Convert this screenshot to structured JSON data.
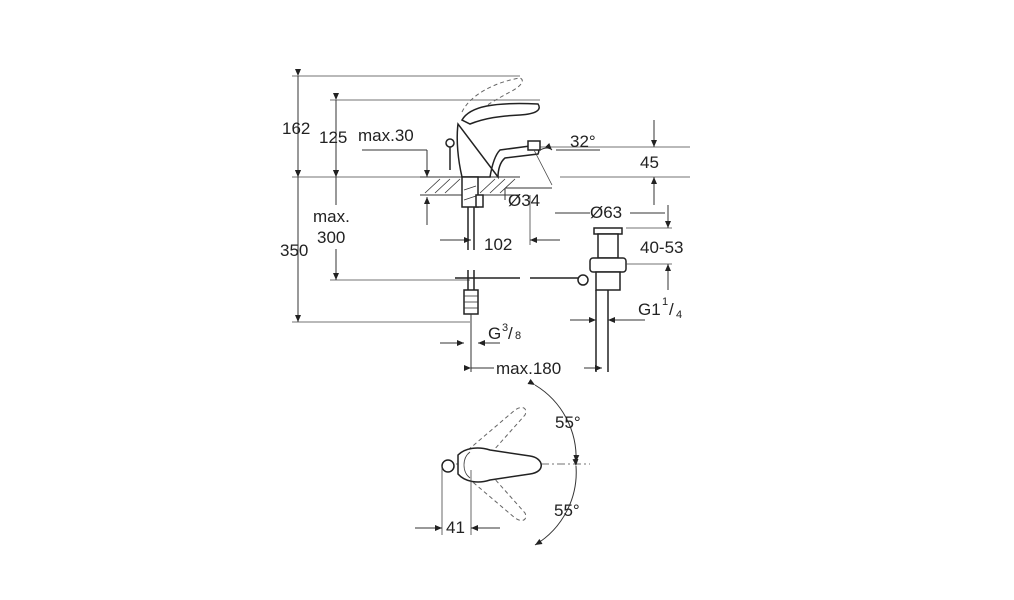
{
  "dimensions": {
    "h162": "162",
    "h125": "125",
    "max30": "max.30",
    "deg32": "32°",
    "d45": "45",
    "dia34": "Ø34",
    "dia63": "Ø63",
    "max_a": "max.",
    "max_b": "300",
    "h350": "350",
    "d102": "102",
    "r40_53": "40-53",
    "g38_main": "G",
    "g38_num": "3",
    "g38_den": "8",
    "g114_main": "G1",
    "g114_num": "1",
    "g114_den": "4",
    "max180": "max.180",
    "deg55_top": "55°",
    "deg55_bottom": "55°",
    "d41": "41"
  }
}
